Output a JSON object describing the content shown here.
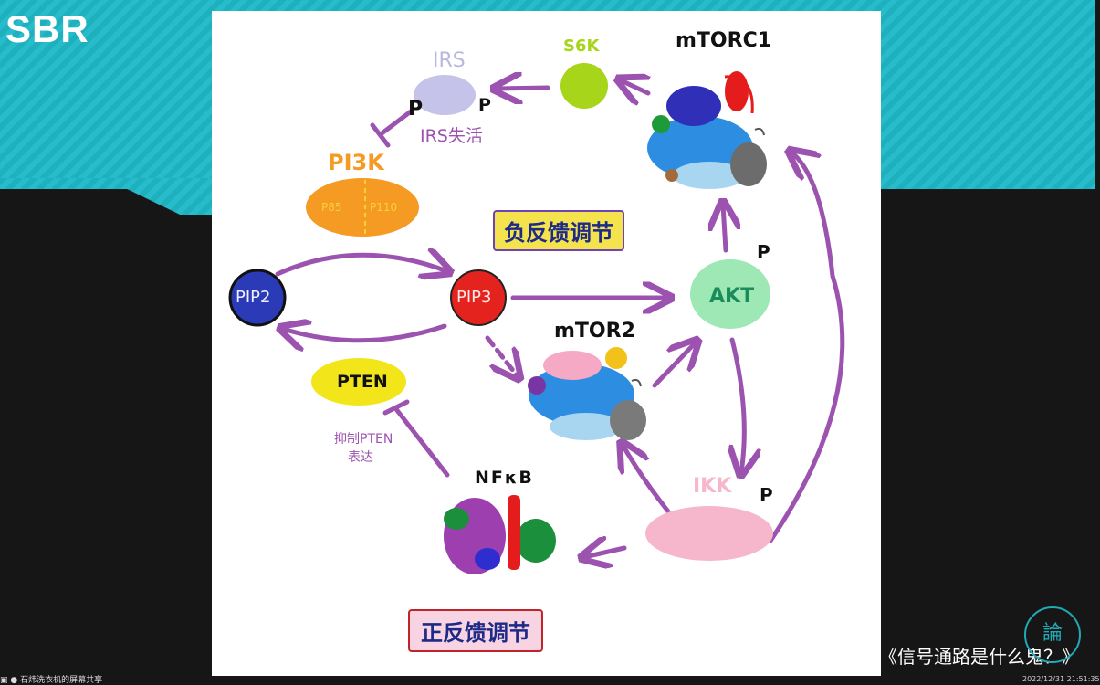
{
  "header": {
    "logo": "SBR"
  },
  "diagram": {
    "nodes": {
      "irs": "IRS",
      "s6k": "S6K",
      "mtorc1": "mTORC1",
      "pi3k": "PI3K",
      "pi3k_sub_left": "P85",
      "pi3k_sub_right": "P110",
      "pip2": "PIP2",
      "pip3": "PIP3",
      "akt": "AKT",
      "mtor2": "mTOR2",
      "pten": "PTEN",
      "nfkb": "NFκB",
      "ikk": "IKK"
    },
    "phospho": "P",
    "annotations": {
      "irs_inactive": "IRS失活",
      "pten_line1": "抑制PTEN",
      "pten_line2": "表达"
    },
    "boxes": {
      "negative_feedback": "负反馈调节",
      "positive_feedback": "正反馈调节"
    }
  },
  "footer": {
    "video_title": "《信号通路是什么鬼？》",
    "seal_text": "論",
    "screen_share": "石炜洗衣机的屏幕共享",
    "timestamp": "2022/12/31 21:51:35"
  },
  "colors": {
    "arrow": "#9c53b0",
    "pip2": "#2b3bb8",
    "pip3": "#e4231f",
    "akt": "#9de8b4",
    "pten": "#f2e61b",
    "pi3k": "#f59a23",
    "s6k": "#a6d51a",
    "irs": "#c6c3ea",
    "ikk": "#f6b7cc",
    "teal": "#24b7c5"
  }
}
